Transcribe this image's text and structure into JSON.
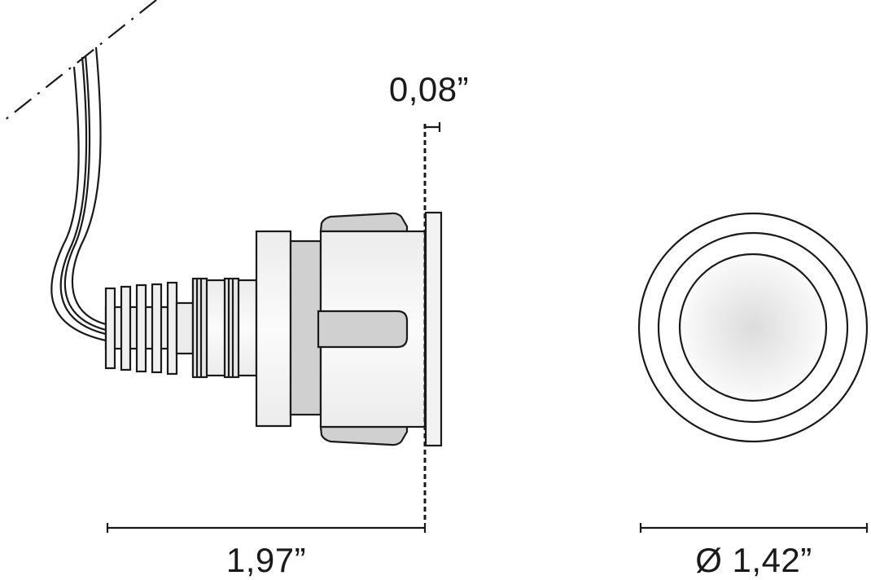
{
  "dimensions": {
    "protrusion": "0,08”",
    "length": "1,97”",
    "diameter": "Ø 1,42”"
  },
  "colors": {
    "stroke": "#1a1a1a",
    "light_fill": "#f2f2f2",
    "mid_fill": "#d0d0d0"
  }
}
